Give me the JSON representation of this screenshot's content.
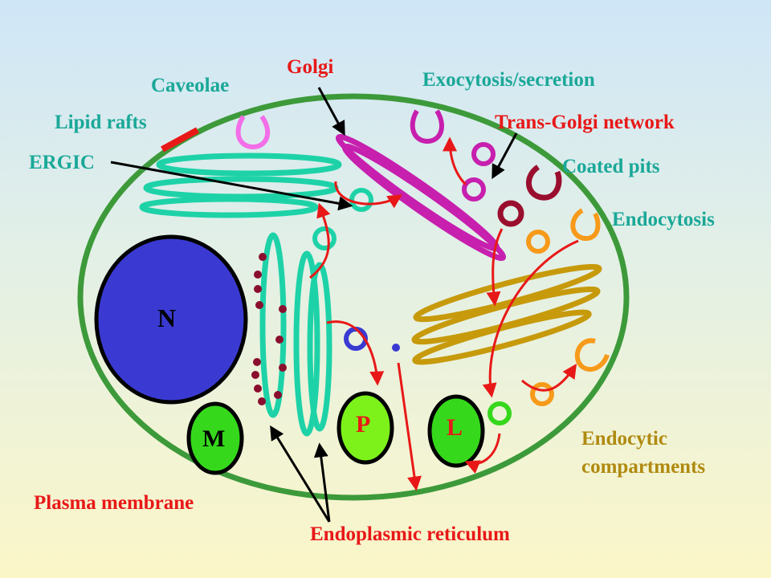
{
  "labels": {
    "golgi": "Golgi",
    "exocytosis": "Exocytosis/secretion",
    "caveolae": "Caveolae",
    "lipid_rafts": "Lipid rafts",
    "trans_golgi": "Trans-Golgi network",
    "ergic": "ERGIC",
    "coated_pits": "Coated pits",
    "endocytosis": "Endocytosis",
    "endocytic_line1": "Endocytic",
    "endocytic_line2": "compartments",
    "plasma_membrane": "Plasma membrane",
    "er": "Endoplasmic reticulum"
  },
  "organelles": {
    "nucleus": "N",
    "mitochondrion": "M",
    "peroxisome": "P",
    "lysosome": "L"
  },
  "colors": {
    "membrane": "#3d9a3a",
    "nucleus": "#3a3ad2",
    "er": "#1ed2a8",
    "golgi": "#c71fae",
    "endocytic_stack": "#c79a0c",
    "organelle": "#36d81c",
    "peroxisome": "#7cf21a",
    "arrow": "#e81818",
    "er_ribosome": "#8a0e2e",
    "caveolae": "#f36ee8",
    "coated_pit": "#9a0e2e",
    "endosome_orange": "#f79a1a",
    "label_teal": "#1aa898",
    "label_red": "#e81818"
  }
}
